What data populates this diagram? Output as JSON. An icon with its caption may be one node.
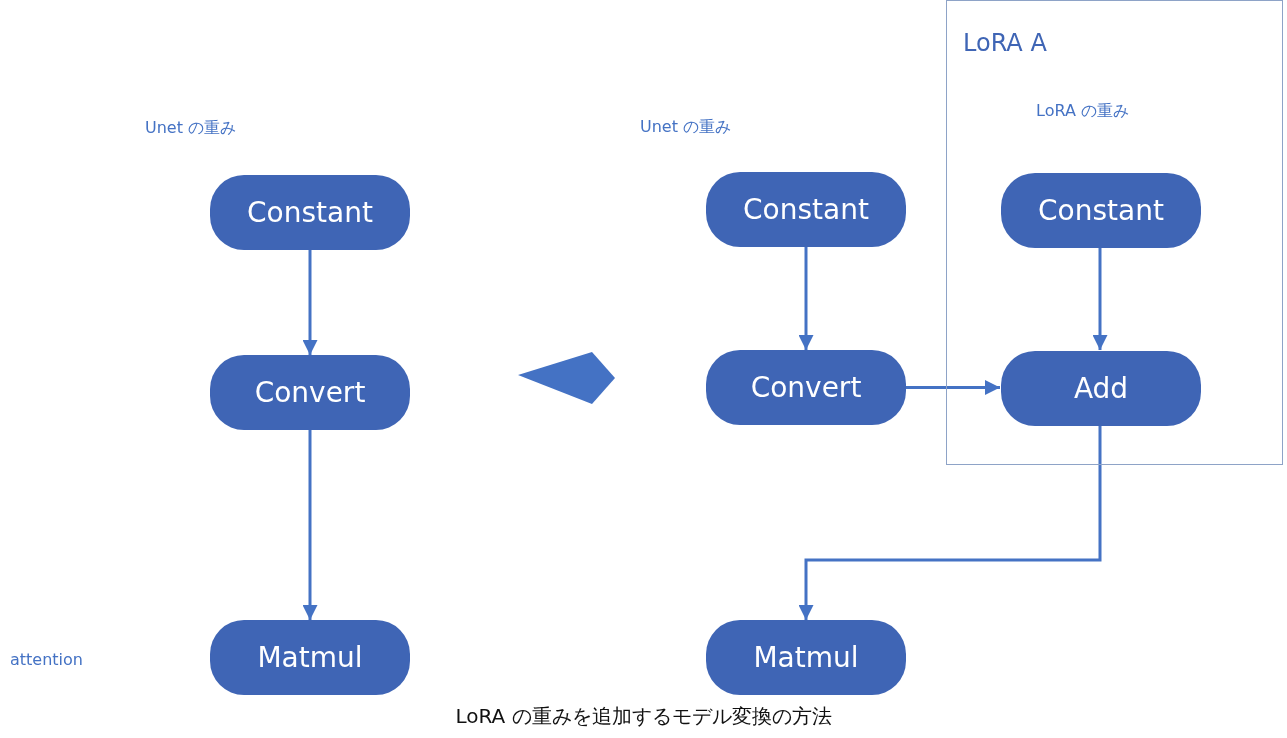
{
  "diagram": {
    "caption": "LoRA の重みを追加するモデル変換の方法",
    "nodes": [
      {
        "text": [
          "Constant"
        ],
        "beside": [
          "Unet の重み"
        ]
      },
      {
        "text": [
          "Convert"
        ]
      },
      {
        "text": [
          "Matmul"
        ]
      },
      {
        "text": [
          "Constant"
        ],
        "beside": [
          "Unet の重み"
        ]
      },
      {
        "text": [
          "Convert"
        ]
      },
      {
        "text": [
          "Matmul"
        ]
      },
      {
        "text": [
          "LoRA A"
        ]
      },
      {
        "text": [
          "Constant"
        ],
        "beside": [
          "LoRA の重み"
        ],
        "in": 6
      },
      {
        "text": [
          "Add"
        ],
        "in": 6
      }
    ],
    "edges": [
      {
        "from": 0,
        "to": 1,
        "arrow": "to"
      },
      {
        "from": 1,
        "to": 2,
        "arrow": "to"
      },
      {
        "from": 3,
        "to": 4,
        "arrow": "to"
      },
      {
        "from": 4,
        "to": 8,
        "arrow": "to"
      },
      {
        "from": 7,
        "to": 8,
        "arrow": "to"
      },
      {
        "from": 8,
        "to": 5,
        "arrow": "to"
      }
    ],
    "labels": [
      "attention"
    ]
  }
}
